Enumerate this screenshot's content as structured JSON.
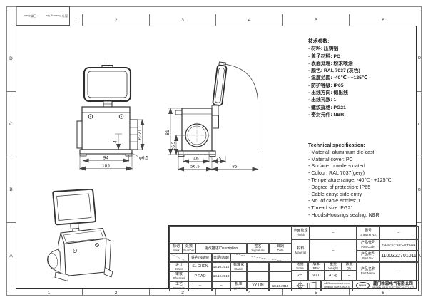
{
  "frame": {
    "zones_top": [
      "1",
      "2",
      "3",
      "4",
      "5",
      "6"
    ],
    "zones_bottom": [
      "1",
      "2",
      "3",
      "4",
      "5",
      "6"
    ],
    "zones_left": [
      "D",
      "C",
      "B",
      "A"
    ],
    "zones_right": [
      "D",
      "C",
      "B",
      "A"
    ],
    "corner_a": "日期/Date",
    "corner_b": "图号 Drawing No."
  },
  "specs_cn": {
    "title": "技术参数:",
    "items": [
      "- 材料: 压铸铝",
      "- 盖子材料: PC",
      "- 表面处理: 粉末喷涂",
      "- 颜色: RAL 7037 (灰色)",
      "- 温度范围: -40℃ - +125℃",
      "- 防护等级: IP65",
      "- 出线方向: 侧出线",
      "- 出线孔数: 1",
      "- 螺纹规格: PG21",
      "- 密封元件: NBR"
    ]
  },
  "specs_en": {
    "title": "Technical specification:",
    "items": [
      "- Material: aluminium die-cast",
      "- Material,cover: PC",
      "- Surface: powder-coated",
      "- Colour: RAL 7037(gery)",
      "- Temperature range: -40℃ - +125℃",
      "- Degree of protection: IP65",
      "- Cable entry: side entry",
      "- No. of cable entries: 1",
      "- Thread size: PG21",
      "- Hoods/Housings sealing: NBR"
    ]
  },
  "front_view": {
    "d94": "94",
    "d105": "105",
    "d4": "4",
    "pg": "PG21",
    "hole": "φ6.5"
  },
  "side_view": {
    "d81": "81",
    "d265": "26.5",
    "d46": "46",
    "d25": "25",
    "d565": "56.5",
    "d85": "85"
  },
  "tb": {
    "mark_cn": "标记",
    "mark_en": "Mark",
    "number_cn": "处数",
    "number_en": "Number",
    "desc": "更改描述/Description",
    "sign_cn": "签名",
    "sign_en": "Signature",
    "date_cn": "日期",
    "date_en": "Date",
    "name_hdr": "姓名/Name",
    "date_hdr": "日期/Date",
    "r1_role_cn": "设计",
    "r1_role_en": "Drawn",
    "r1_name": "SL CHEN",
    "r1_date": "18.10.2010",
    "r1_role2_cn": "标准化",
    "r1_role2_en": "Stand.",
    "r1_val2": "–",
    "r2_role_cn": "审核",
    "r2_role_en": "Checked",
    "r2_name": "P RAO",
    "r2_date": "18.10.2010",
    "r3_role_cn": "工艺",
    "r3_role_en": "Process",
    "r3_name": "–",
    "r3_date": "–",
    "r3_role2_cn": "批准",
    "r3_role2_en": "Approved",
    "r3_name2": "YY LIN",
    "r3_date2": "18.10.2010",
    "finish_cn": "表面处理",
    "finish_en": "Finish",
    "finish_val": "–",
    "drawno_cn": "图号",
    "drawno_en": "Drawing No.",
    "drawno_val": "–",
    "material_cn": "材料",
    "material_en": "Material",
    "material_val": "–",
    "partcode_cn": "产品代号",
    "partcode_en": "Part Code",
    "partcode_val": "H32A-SF-4B-CV-PG21",
    "partno_cn": "产品料号",
    "partno_en": "Part No.",
    "partno_val": "1100322701011",
    "partname_cn": "产品名称",
    "partname_en": "Part Name",
    "partname_val": "–",
    "scale_cn": "比例",
    "scale_en": "Scale",
    "scale_val": "2:5",
    "rev_cn": "版本",
    "rev_en": "REV.",
    "rev_val": "V1.0",
    "weight_cn": "重量",
    "weight_en": "Weight",
    "weight_val": "472g",
    "qty_cn": "数量",
    "qty_en": "Qty.",
    "qty_val": "–",
    "note_line1": "All Dimensions in mm",
    "note_line2": "Original Size: DIN A 4",
    "logo": "WAIN",
    "company_cn": "厦门唯恩电气有限公司",
    "company_en": "XIAMEN WAIN ELECTRICAL CO.,LTD"
  }
}
